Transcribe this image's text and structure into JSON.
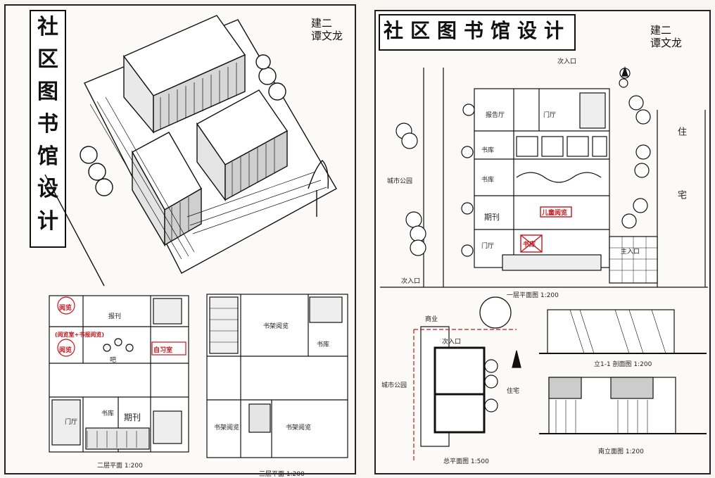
{
  "left_sheet": {
    "title_chars": [
      "社",
      "区",
      "图",
      "书",
      "馆",
      "设",
      "计"
    ],
    "signature": [
      "建二",
      "谭文龙"
    ],
    "plan1": {
      "rooms": [
        "报刊",
        "期刊",
        "门厅",
        "阅览",
        "吧",
        "自习",
        "书库"
      ],
      "red_notes": [
        "阅览",
        "(阅览室+书报阅览)",
        "阅览",
        "自习室",
        "书库"
      ],
      "caption": "二层平面 1:200"
    },
    "plan2": {
      "rooms": [
        "书架阅览",
        "书架阅览",
        "书架阅览",
        "书库"
      ],
      "caption": "三层平面 1:200"
    }
  },
  "right_sheet": {
    "title_chars": [
      "社",
      "区",
      "图",
      "书",
      "馆",
      "设",
      "计"
    ],
    "signature": [
      "建二",
      "谭文龙"
    ],
    "site_plan": {
      "labels": [
        "城市公园",
        "报告厅",
        "门厅",
        "书库",
        "书库",
        "期刊",
        "门厅",
        "儿童阅览",
        "主入口",
        "住",
        "宅",
        "次入口",
        "次入口"
      ],
      "red_notes": [
        "儿童阅览",
        "书库"
      ],
      "caption": "一层平面图 1:200"
    },
    "master_plan": {
      "labels": [
        "城市公园",
        "住宅",
        "商业",
        "次入口"
      ],
      "caption": "总平面图 1:500"
    },
    "section": {
      "caption": "立1-1 剖面图 1:200"
    },
    "elevation": {
      "caption": "南立面图 1:200"
    }
  }
}
